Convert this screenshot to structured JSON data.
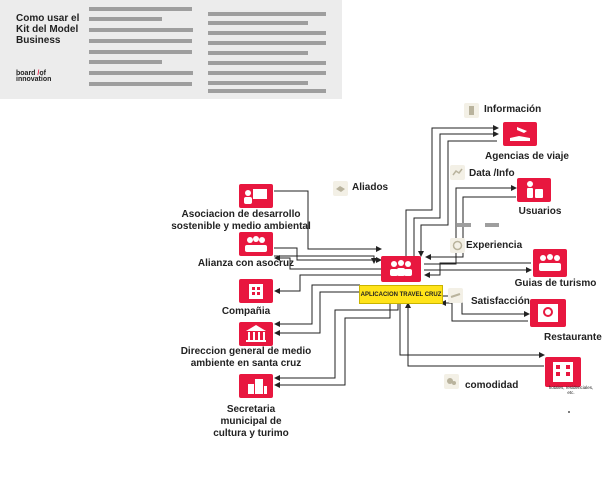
{
  "header": {
    "title_line1": "Como usar el",
    "title_line2": "Kit del Model",
    "title_line3": "Business",
    "brand_line1": "board of",
    "brand_line2": "innovation"
  },
  "center": {
    "label": "APLICACION TRAVEL CRUZ",
    "icon": "people-group-icon"
  },
  "left_nodes": [
    {
      "line1": "Asociacion de desarrollo",
      "line2": "sostenible y medio ambiental",
      "icon": "presentation-icon"
    },
    {
      "line1": "Alianza con asocruz",
      "icon": "people-group-icon"
    },
    {
      "line1": "Compañia",
      "icon": "building-icon"
    },
    {
      "line1": "Direccion general de medio",
      "line2": "ambiente en santa cruz",
      "icon": "government-icon"
    },
    {
      "line1": "Secretaria",
      "line2": "municipal de",
      "line3": "cultura y turimo",
      "icon": "city-icon"
    }
  ],
  "right_nodes": [
    {
      "line1": "Agencias de viaje",
      "icon": "hand-plane-icon"
    },
    {
      "line1": "Usuarios",
      "icon": "person-luggage-icon"
    },
    {
      "line1": "Guias de turismo",
      "icon": "people-group-icon"
    },
    {
      "line1": "Restaurantes",
      "icon": "restaurant-icon"
    },
    {
      "line1": "hotales, residenciales,",
      "line2": "etc.",
      "icon": "hotel-icon"
    }
  ],
  "flow_labels": {
    "aliados": "Aliados",
    "informacion": "Información",
    "data": "Data /Info",
    "experiencia": "Experiencia",
    "satisfaccion": "Satisfacción",
    "comodidad": "comodidad"
  },
  "colors": {
    "tile": "#e8173f",
    "center_box": "#ffe31a",
    "header_bg": "#ececec",
    "placeholder_bar": "#9e9e9e",
    "arrow": "#222222"
  }
}
